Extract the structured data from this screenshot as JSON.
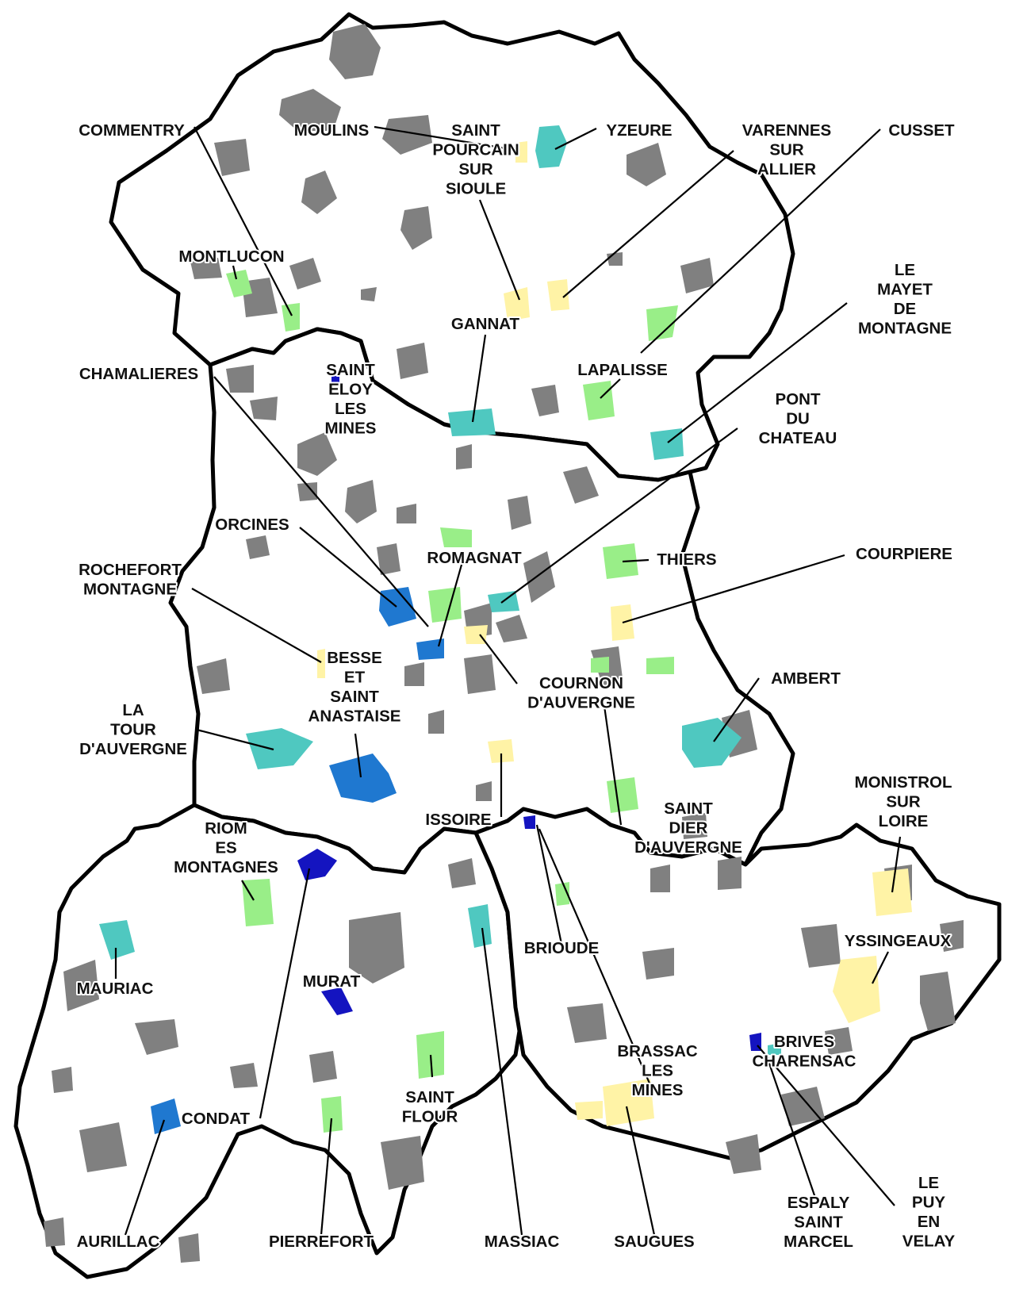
{
  "colors": {
    "background": "#ffffff",
    "border": "#000000",
    "commune_other": "#808080",
    "yellow": "#fff3a6",
    "light_green": "#99ee88",
    "teal": "#4fc8c0",
    "medium_blue": "#1f78d0",
    "dark_blue": "#1414c0"
  },
  "labels": {
    "commentry": [
      "COMMENTRY"
    ],
    "moulins": [
      "MOULINS"
    ],
    "saint_pourcain": [
      "SAINT",
      "POURCAIN",
      "SUR",
      "SIOULE"
    ],
    "yzeure": [
      "YZEURE"
    ],
    "varennes": [
      "VARENNES",
      "SUR",
      "ALLIER"
    ],
    "cusset": [
      "CUSSET"
    ],
    "montlucon": [
      "MONTLUCON"
    ],
    "le_mayet": [
      "LE",
      "MAYET",
      "DE",
      "MONTAGNE"
    ],
    "gannat": [
      "GANNAT"
    ],
    "lapalisse": [
      "LAPALISSE"
    ],
    "chamalieres": [
      "CHAMALIERES"
    ],
    "saint_eloy": [
      "SAINT",
      "ELOY",
      "LES",
      "MINES"
    ],
    "pont_du_chateau": [
      "PONT",
      "DU",
      "CHATEAU"
    ],
    "orcines": [
      "ORCINES"
    ],
    "romagnat": [
      "ROMAGNAT"
    ],
    "thiers": [
      "THIERS"
    ],
    "courpiere": [
      "COURPIERE"
    ],
    "rochefort": [
      "ROCHEFORT",
      "MONTAGNE"
    ],
    "besse": [
      "BESSE",
      "ET",
      "SAINT",
      "ANASTAISE"
    ],
    "cournon": [
      "COURNON",
      "D'AUVERGNE"
    ],
    "ambert": [
      "AMBERT"
    ],
    "la_tour": [
      "LA",
      "TOUR",
      "D'AUVERGNE"
    ],
    "monistrol": [
      "MONISTROL",
      "SUR",
      "LOIRE"
    ],
    "saint_dier": [
      "SAINT",
      "DIER",
      "D'AUVERGNE"
    ],
    "issoire": [
      "ISSOIRE"
    ],
    "riom": [
      "RIOM",
      "ES",
      "MONTAGNES"
    ],
    "yssingeaux": [
      "YSSINGEAUX"
    ],
    "brioude": [
      "BRIOUDE"
    ],
    "mauriac": [
      "MAURIAC"
    ],
    "murat": [
      "MURAT"
    ],
    "brassac": [
      "BRASSAC",
      "LES",
      "MINES"
    ],
    "brives": [
      "BRIVES",
      "CHARENSAC"
    ],
    "saint_flour": [
      "SAINT",
      "FLOUR"
    ],
    "condat": [
      "CONDAT"
    ],
    "le_puy": [
      "LE",
      "PUY",
      "EN",
      "VELAY"
    ],
    "espaly": [
      "ESPALY",
      "SAINT",
      "MARCEL"
    ],
    "aurillac": [
      "AURILLAC"
    ],
    "pierrefort": [
      "PIERREFORT"
    ],
    "massiac": [
      "MASSIAC"
    ],
    "saugues": [
      "SAUGUES"
    ]
  }
}
